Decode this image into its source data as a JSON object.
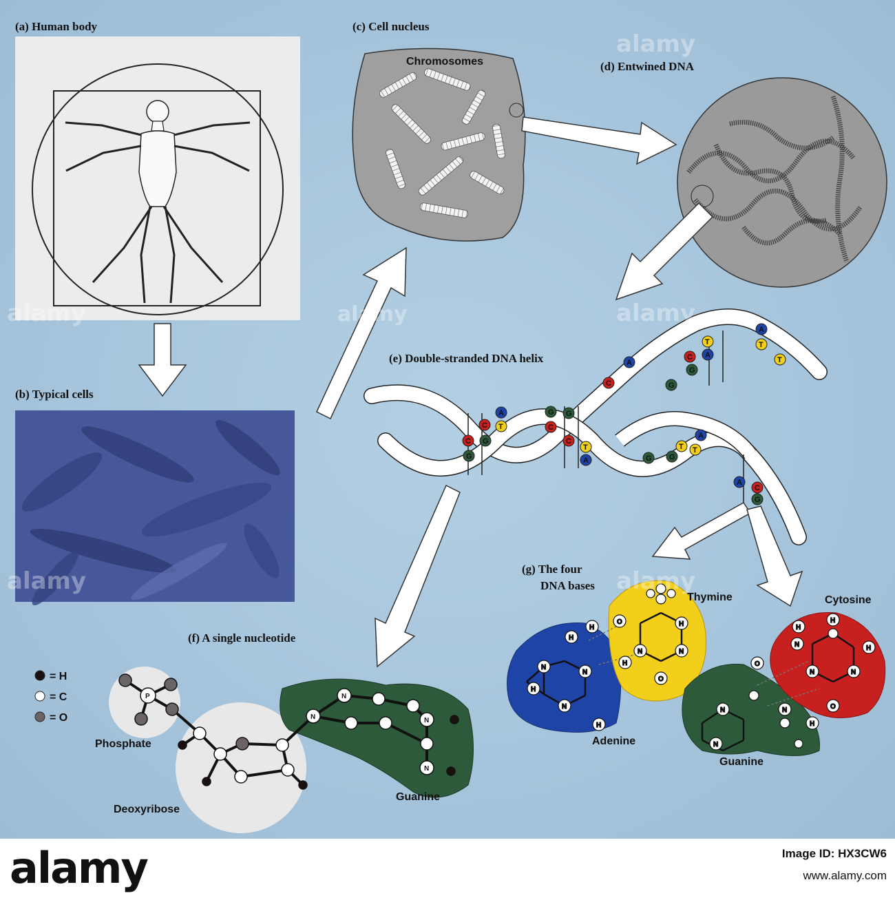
{
  "panels": {
    "a": "(a) Human body",
    "b": "(b) Typical cells",
    "c": "(c) Cell nucleus",
    "d": "(d) Entwined DNA",
    "e": "(e) Double-stranded DNA helix",
    "f": "(f) A single nucleotide",
    "g_line1": "(g) The four",
    "g_line2": "DNA bases"
  },
  "labels": {
    "chromosomes": "Chromosomes",
    "phosphate": "Phosphate",
    "deoxyribose": "Deoxyribose",
    "guanine_f": "Guanine",
    "adenine": "Adenine",
    "thymine": "Thymine",
    "cytosine": "Cytosine",
    "guanine_g": "Guanine"
  },
  "legend": [
    {
      "symbol": "= H",
      "color": "#1a1010"
    },
    {
      "symbol": "= C",
      "color": "#ffffff"
    },
    {
      "symbol": "= O",
      "color": "#6b6466"
    }
  ],
  "atoms": {
    "N": "N",
    "H": "H",
    "O": "O",
    "P": "P"
  },
  "bases": {
    "A": "A",
    "T": "T",
    "G": "G",
    "C": "C"
  },
  "colors": {
    "background": "#a9c6dc",
    "adenine": "#1f44a8",
    "thymine": "#f2cf1a",
    "cytosine": "#c8201e",
    "guanine": "#2d5a3a",
    "cells": "#46579a"
  },
  "watermark": "alamy",
  "footer": {
    "logo": "alamy",
    "image_id": "Image ID: HX3CW6",
    "site": "www.alamy.com"
  }
}
